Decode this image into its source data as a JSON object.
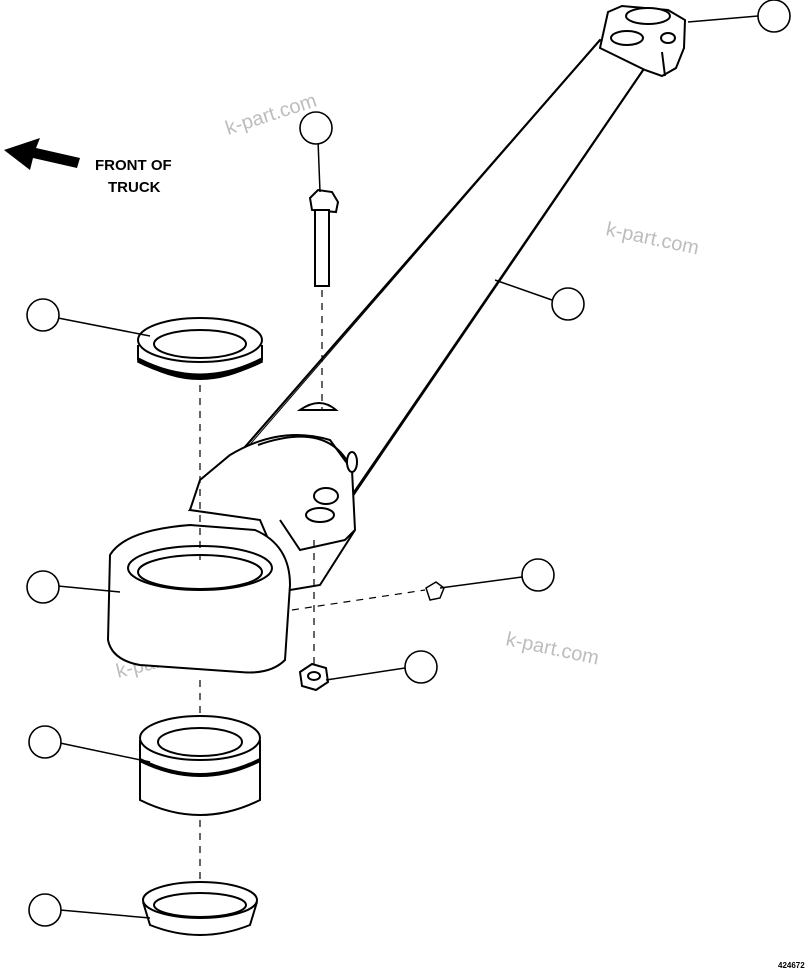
{
  "front_label": {
    "line1": "FRONT OF",
    "line2": "TRUCK"
  },
  "watermark": "k-part.com",
  "figure_number": "424672",
  "callouts": [
    {
      "id": "callout-1",
      "text": ""
    },
    {
      "id": "callout-2",
      "text": ""
    },
    {
      "id": "callout-3",
      "text": ""
    },
    {
      "id": "callout-4",
      "text": ""
    },
    {
      "id": "callout-5",
      "text": ""
    },
    {
      "id": "callout-6",
      "text": ""
    },
    {
      "id": "callout-7",
      "text": ""
    },
    {
      "id": "callout-8",
      "text": ""
    },
    {
      "id": "callout-9",
      "text": ""
    }
  ]
}
